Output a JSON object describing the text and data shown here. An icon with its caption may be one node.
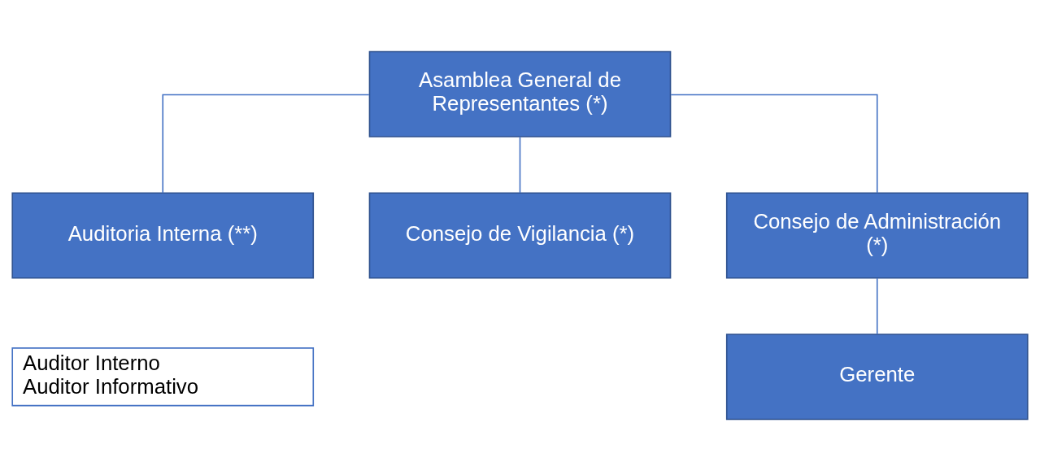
{
  "diagram": {
    "nodes": [
      {
        "text": [
          "Asamblea General de Representantes (*)"
        ]
      },
      {
        "text": [
          "Auditoria Interna (**)"
        ]
      },
      {
        "text": [
          "Auditor Interno",
          "Auditor Informativo"
        ]
      },
      {
        "text": [
          "Consejo de Vigilancia (*)"
        ]
      },
      {
        "text": [
          "Consejo de Administración (*)"
        ]
      },
      {
        "text": [
          "Gerente"
        ]
      }
    ],
    "edges": [
      {
        "from": 0,
        "to": 1,
        "arrow": "none"
      },
      {
        "from": 0,
        "to": 3,
        "arrow": "none"
      },
      {
        "from": 0,
        "to": 4,
        "arrow": "none"
      },
      {
        "from": 4,
        "to": 5,
        "arrow": "none"
      }
    ]
  }
}
